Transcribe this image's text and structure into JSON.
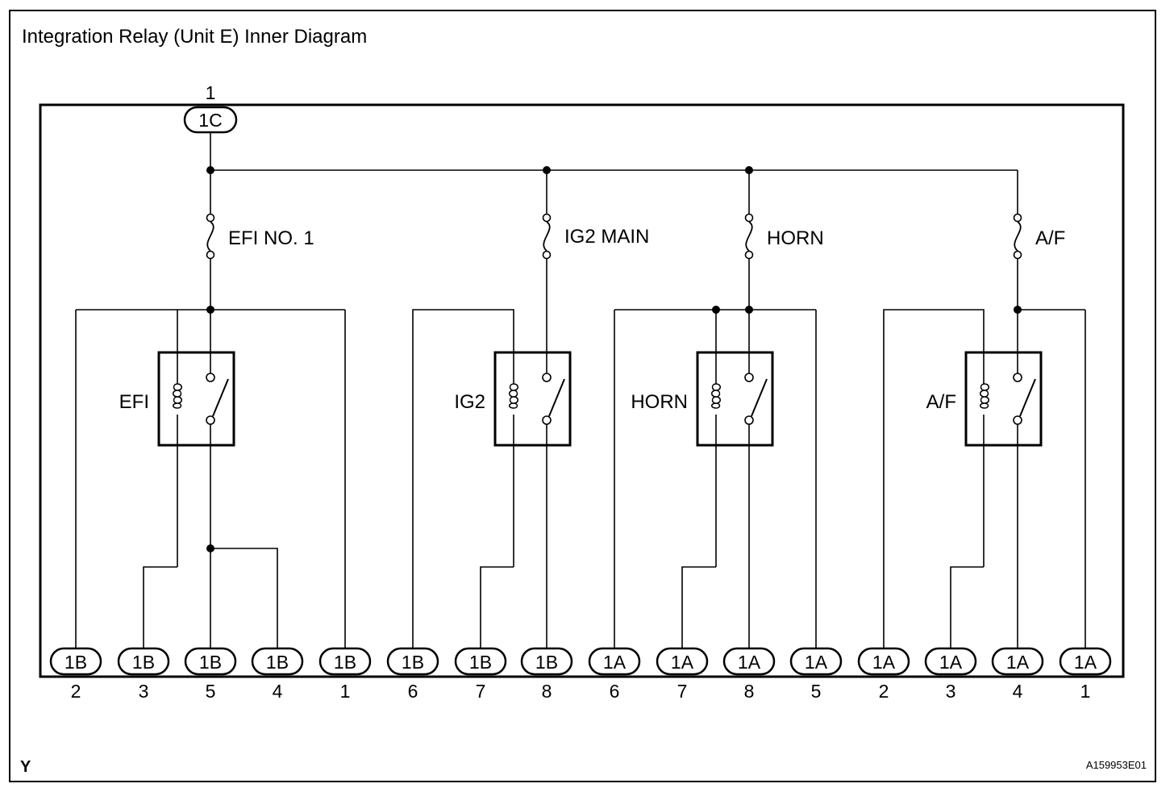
{
  "title": "Integration Relay (Unit E) Inner Diagram",
  "footer": {
    "left_code": "Y",
    "right_code": "A159953E01"
  },
  "input": {
    "pin": "1",
    "connector": "1C"
  },
  "fuses": [
    {
      "id": "efi",
      "label": "EFI NO. 1"
    },
    {
      "id": "ig2",
      "label": "IG2 MAIN"
    },
    {
      "id": "horn",
      "label": "HORN"
    },
    {
      "id": "af",
      "label": "A/F"
    }
  ],
  "relays": [
    {
      "id": "efi",
      "label": "EFI"
    },
    {
      "id": "ig2",
      "label": "IG2"
    },
    {
      "id": "horn",
      "label": "HORN"
    },
    {
      "id": "af",
      "label": "A/F"
    }
  ],
  "terminals": [
    {
      "connector": "1B",
      "pin": "2"
    },
    {
      "connector": "1B",
      "pin": "3"
    },
    {
      "connector": "1B",
      "pin": "5"
    },
    {
      "connector": "1B",
      "pin": "4"
    },
    {
      "connector": "1B",
      "pin": "1"
    },
    {
      "connector": "1B",
      "pin": "6"
    },
    {
      "connector": "1B",
      "pin": "7"
    },
    {
      "connector": "1B",
      "pin": "8"
    },
    {
      "connector": "1A",
      "pin": "6"
    },
    {
      "connector": "1A",
      "pin": "7"
    },
    {
      "connector": "1A",
      "pin": "8"
    },
    {
      "connector": "1A",
      "pin": "5"
    },
    {
      "connector": "1A",
      "pin": "2"
    },
    {
      "connector": "1A",
      "pin": "3"
    },
    {
      "connector": "1A",
      "pin": "4"
    },
    {
      "connector": "1A",
      "pin": "1"
    }
  ]
}
